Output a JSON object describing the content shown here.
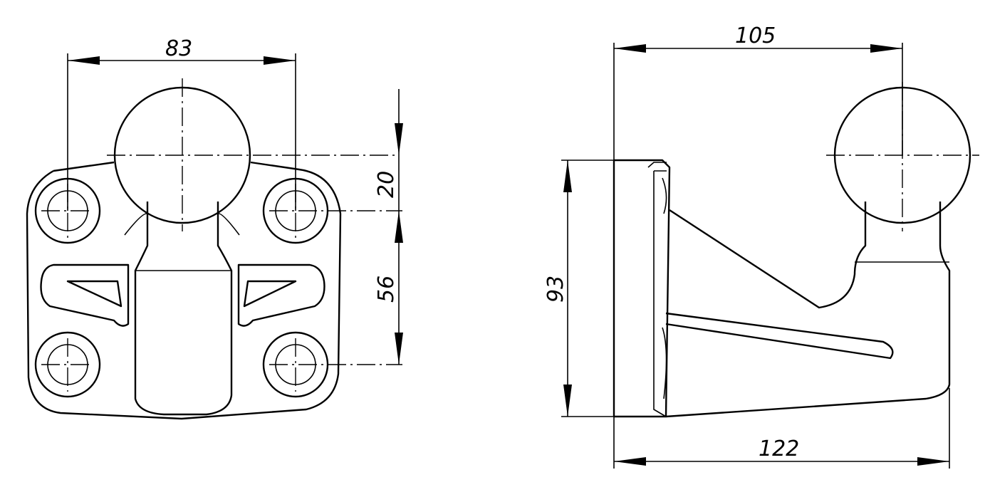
{
  "title": "Tow hitch ball technical drawing",
  "front_view": {
    "dimensions": {
      "bolt_spacing_horizontal": "83",
      "ball_center_offset": "20",
      "bolt_spacing_vertical": "56"
    }
  },
  "side_view": {
    "dimensions": {
      "ball_reach": "105",
      "plate_height": "93",
      "overall_length": "122"
    }
  },
  "colors": {
    "line": "#000000",
    "background": "#ffffff"
  }
}
